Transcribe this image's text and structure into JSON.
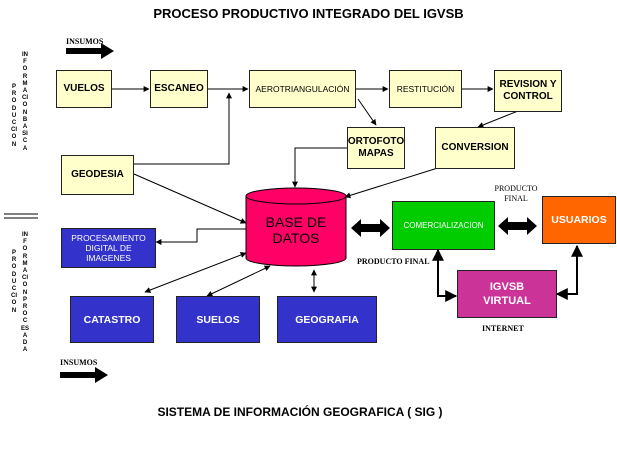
{
  "title": "PROCESO PRODUCTIVO INTEGRADO DEL IGVSB",
  "footer": "SISTEMA DE INFORMACIÓN GEOGRAFICA ( SIG )",
  "insumos_top": "INSUMOS",
  "insumos_bottom": "INSUMOS",
  "side_upper_left": "PRODUCCION",
  "side_upper_right": "INFORMACION BASICA",
  "side_lower_left": "PRODUCCION",
  "side_lower_right": "INFORMACION PROCESADA",
  "nodes": {
    "vuelos": "VUELOS",
    "escaneo": "ESCANEO",
    "aerotriangulacion": "AEROTRIANGULACIÓN",
    "restitucion": "RESTITUCIÓN",
    "revision": "REVISION Y CONTROL",
    "ortofoto": "ORTOFOTO MAPAS",
    "conversion": "CONVERSION",
    "geodesia": "GEODESIA",
    "base_datos": "BASE DE DATOS",
    "procesamiento": "PROCESAMIENTO DIGITAL DE IMAGENES",
    "catastro": "CATASTRO",
    "suelos": "SUELOS",
    "geografia": "GEOGRAFIA",
    "comercializacion": "COMERCIALIZACION",
    "usuarios": "USUARIOS",
    "igvsb_virtual": "IGVSB VIRTUAL"
  },
  "labels": {
    "producto_final_top": "PRODUCTO FINAL",
    "producto_final_bottom": "PRODUCTO FINAL",
    "internet": "INTERNET"
  },
  "colors": {
    "cream": "#ffffcc",
    "blue": "#3333cc",
    "database": "#ff0066",
    "green": "#00cc00",
    "orange": "#ff6600",
    "magenta": "#cc3399"
  }
}
